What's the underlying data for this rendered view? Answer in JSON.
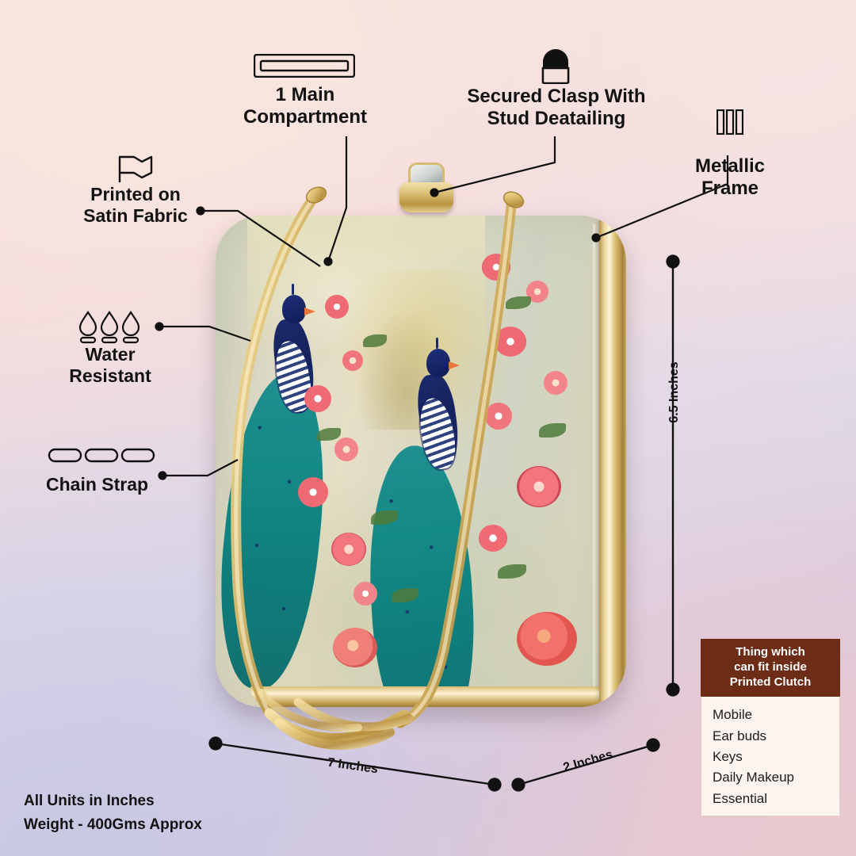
{
  "product": {
    "type": "printed-clutch",
    "footer_line1": "All Units in Inches",
    "footer_line2": "Weight - 400Gms Approx"
  },
  "callouts": [
    {
      "id": "main-compartment",
      "label": "1 Main\nCompartment",
      "line1": "1 Main",
      "line2": "Compartment",
      "icon": "rectangle-compartment-icon"
    },
    {
      "id": "secured-clasp",
      "label": "Secured Clasp With Stud Deatailing",
      "line1": "Secured Clasp With",
      "line2": "Stud Deatailing",
      "icon": "clasp-stud-icon"
    },
    {
      "id": "metallic-frame",
      "label": "Metallic Frame",
      "line1": "Metallic",
      "line2": "Frame",
      "icon": "three-bars-icon"
    },
    {
      "id": "printed-satin",
      "label": "Printed on Satin Fabric",
      "line1": "Printed on",
      "line2": "Satin Fabric",
      "icon": "flag-icon"
    },
    {
      "id": "water-resistant",
      "label": "Water Resistant",
      "line1": "Water",
      "line2": "Resistant",
      "icon": "water-drops-icon"
    },
    {
      "id": "chain-strap",
      "label": "Chain Strap",
      "line1": "Chain Strap",
      "line2": "",
      "icon": "chain-links-icon"
    }
  ],
  "dimensions": {
    "height": "6.5 Inches",
    "width": "7 Inches",
    "depth": "2 Inches"
  },
  "fit_box": {
    "title_line1": "Thing which",
    "title_line2": "can fit inside",
    "title_line3": "Printed Clutch",
    "items": [
      "Mobile",
      "Ear buds",
      "Keys",
      "Daily Makeup",
      "Essential"
    ],
    "header_bg": "#6c2c16",
    "body_bg": "#fdf3ef"
  },
  "colors": {
    "text": "#121212",
    "gold": "#d8bc76",
    "peacock_teal": "#128a87",
    "peacock_navy": "#1b2a6b",
    "floral_pink": "#ef6a73"
  }
}
